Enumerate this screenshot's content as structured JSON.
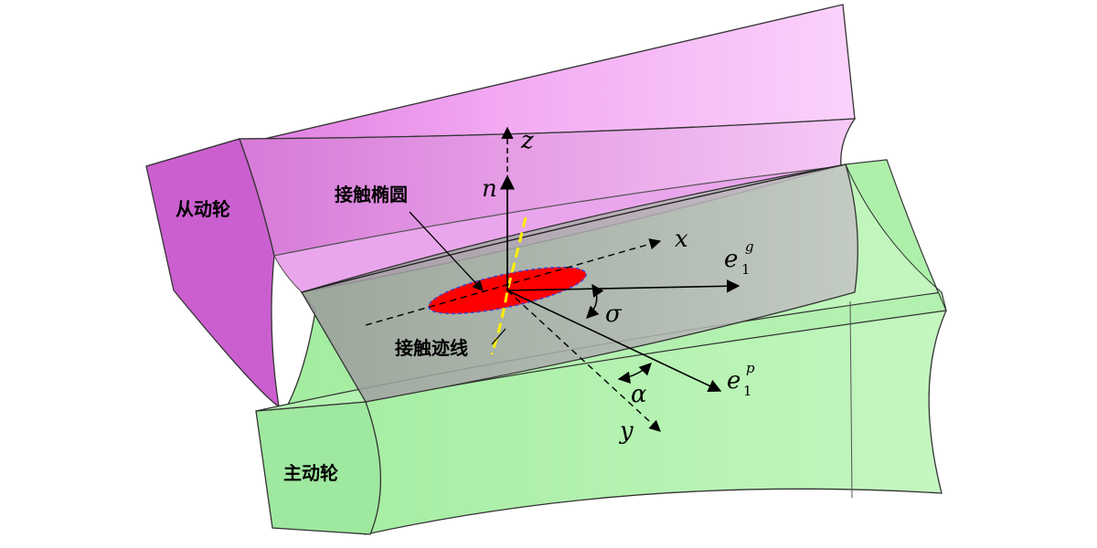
{
  "labels": {
    "driven_gear": "从动轮",
    "driving_gear": "主动轮",
    "contact_ellipse": "接触椭圆",
    "contact_trace": "接触迹线"
  },
  "axes": {
    "z": "z",
    "n": "n",
    "x": "x",
    "y": "y",
    "e": "e",
    "e_g_sub": "1",
    "e_g_sup": "g",
    "e_p_sub": "1",
    "e_p_sup": "p",
    "sigma": "σ",
    "alpha": "α"
  },
  "colors": {
    "driven_front": "#cc5fd1",
    "driven_top": "#ee99ee",
    "driving_front": "#9fe89f",
    "driving_body": "#bff5bf",
    "contact_surface": "#a6a6a6",
    "contact_ellipse": "#ff0000",
    "contact_trace": "#ffee00"
  }
}
